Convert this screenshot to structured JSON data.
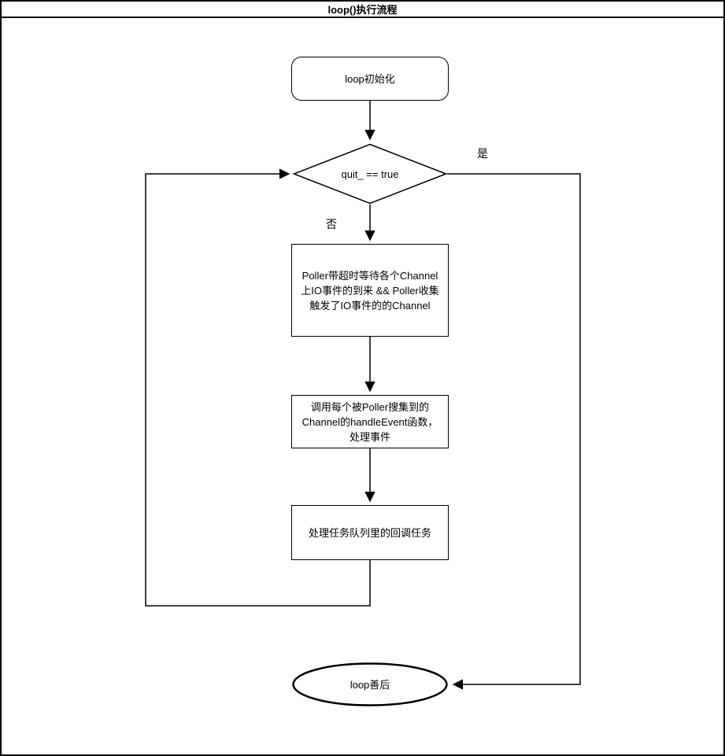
{
  "header": {
    "title": "loop()执行流程"
  },
  "flowchart": {
    "nodes": {
      "start": {
        "label": "loop初始化"
      },
      "decision": {
        "label": "quit_ == true"
      },
      "poller_wait": {
        "label": "Poller带超时等待各个Channel上IO事件的到来 && Poller收集触发了IO事件的的Channel"
      },
      "handle_event": {
        "label": "调用每个被Poller搜集到的Channel的handleEvent函数，处理事件"
      },
      "task_queue": {
        "label": "处理任务队列里的回调任务"
      },
      "end": {
        "label": "loop善后"
      }
    },
    "edges": {
      "yes_label": "是",
      "no_label": "否"
    },
    "colors": {
      "stroke": "#000000",
      "fill": "#ffffff",
      "background": "#ffffff"
    }
  }
}
